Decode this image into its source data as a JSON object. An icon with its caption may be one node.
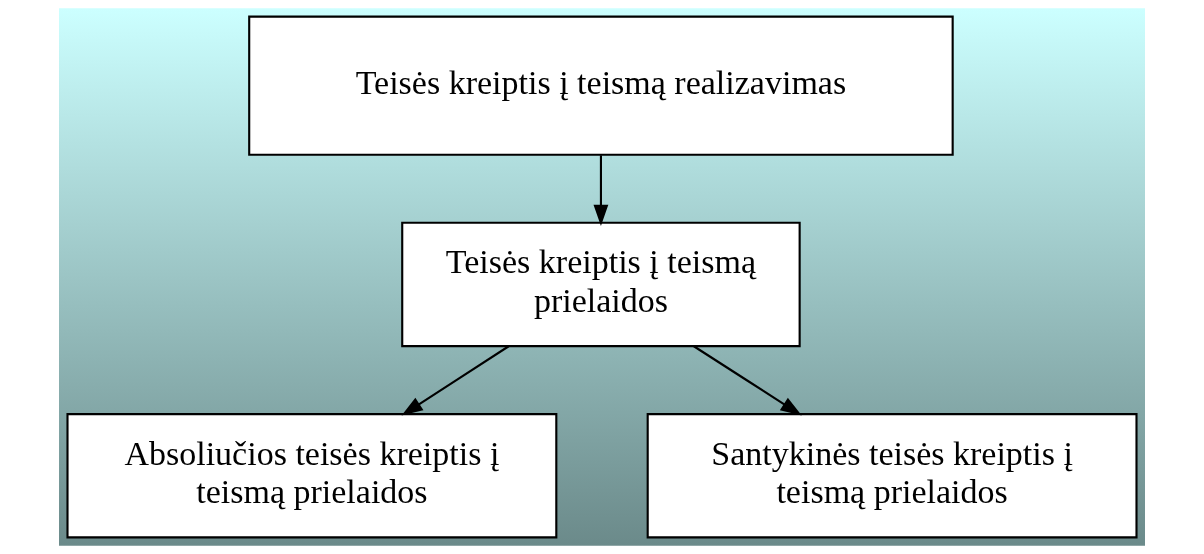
{
  "diagram": {
    "nodes": [
      {
        "text": [
          "Teisės kreiptis į teismą realizavimas"
        ]
      },
      {
        "text": [
          "Teisės kreiptis į teismą prielaidos"
        ]
      },
      {
        "text": [
          "Absoliučios teisės kreiptis į teismą prielaidos"
        ]
      },
      {
        "text": [
          "Santykinės teisės kreiptis į teismą prielaidos"
        ]
      }
    ],
    "edges": [
      {
        "from": 0,
        "to": 1,
        "arrow": "to"
      },
      {
        "from": 1,
        "to": 2,
        "arrow": "to"
      },
      {
        "from": 1,
        "to": 3,
        "arrow": "to"
      }
    ]
  }
}
